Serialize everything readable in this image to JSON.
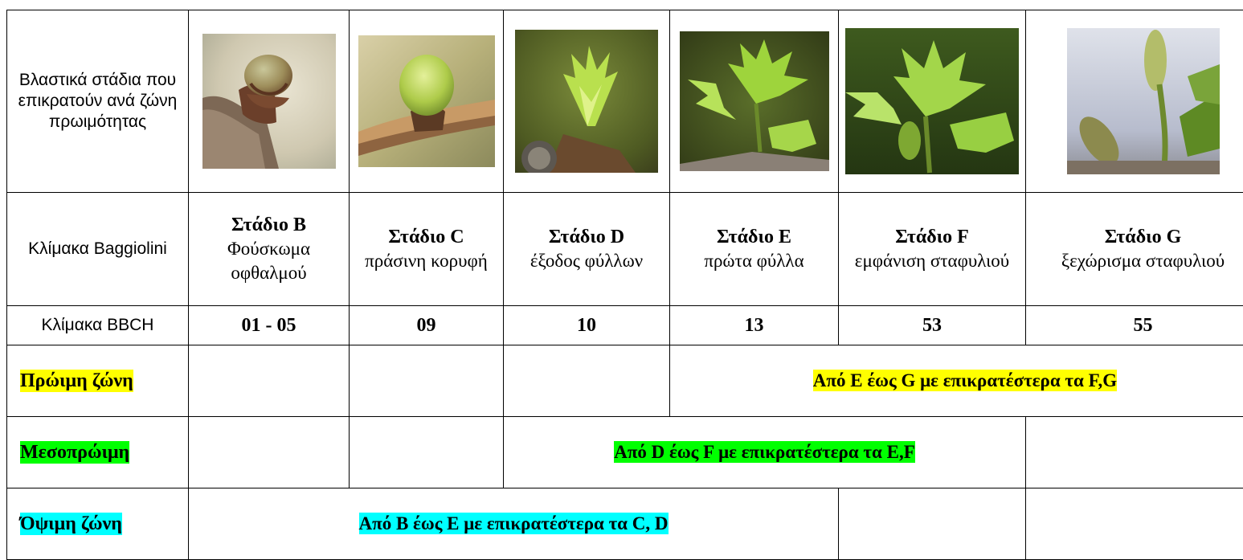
{
  "colors": {
    "early_highlight": "#ffff00",
    "mid_highlight": "#00ff00",
    "late_highlight": "#00ffff"
  },
  "header": {
    "row_label": "Βλαστικά στάδια που επικρατούν ανά ζώνη πρωιμότητας"
  },
  "scales": {
    "baggiolini_label": "Κλίμακα Baggiolini",
    "bbch_label": "Κλίμακα BBCH"
  },
  "stages": [
    {
      "name": "Στάδιο B",
      "desc": "Φούσκωμα οφθαλμού",
      "bbch": "01 - 05",
      "photo": "swollen-bud-photo"
    },
    {
      "name": "Στάδιο C",
      "desc": "πράσινη κορυφή",
      "bbch": "09",
      "photo": "green-tip-photo"
    },
    {
      "name": "Στάδιο D",
      "desc": "έξοδος φύλλων",
      "bbch": "10",
      "photo": "leaf-emergence-photo"
    },
    {
      "name": "Στάδιο E",
      "desc": "πρώτα φύλλα",
      "bbch": "13",
      "photo": "first-leaves-photo"
    },
    {
      "name": "Στάδιο F",
      "desc": "εμφάνιση σταφυλιού",
      "bbch": "53",
      "photo": "cluster-visible-photo"
    },
    {
      "name": "Στάδιο G",
      "desc": "ξεχώρισμα σταφυλιού",
      "bbch": "55",
      "photo": "cluster-separation-photo"
    }
  ],
  "zones": {
    "early": {
      "label": "Πρώιμη ζώνη",
      "note": "Από E έως G με επικρατέστερα τα F,G"
    },
    "mid": {
      "label": "Μεσοπρώιμη",
      "note": "Από D έως F με επικρατέστερα τα E,F"
    },
    "late": {
      "label": "Όψιμη ζώνη",
      "note": "Από B έως E με επικρατέστερα τα C, D"
    }
  }
}
